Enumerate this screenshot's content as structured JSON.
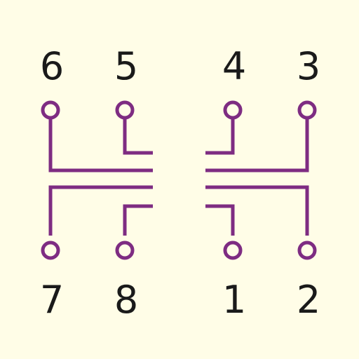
{
  "colors": {
    "background": "#FFFDE7",
    "line": "#7E2C82",
    "text": "#1A1A1A"
  },
  "pins": {
    "top": [
      {
        "label": "6"
      },
      {
        "label": "5"
      },
      {
        "label": "4"
      },
      {
        "label": "3"
      }
    ],
    "bottom": [
      {
        "label": "7"
      },
      {
        "label": "8"
      },
      {
        "label": "1"
      },
      {
        "label": "2"
      }
    ]
  }
}
